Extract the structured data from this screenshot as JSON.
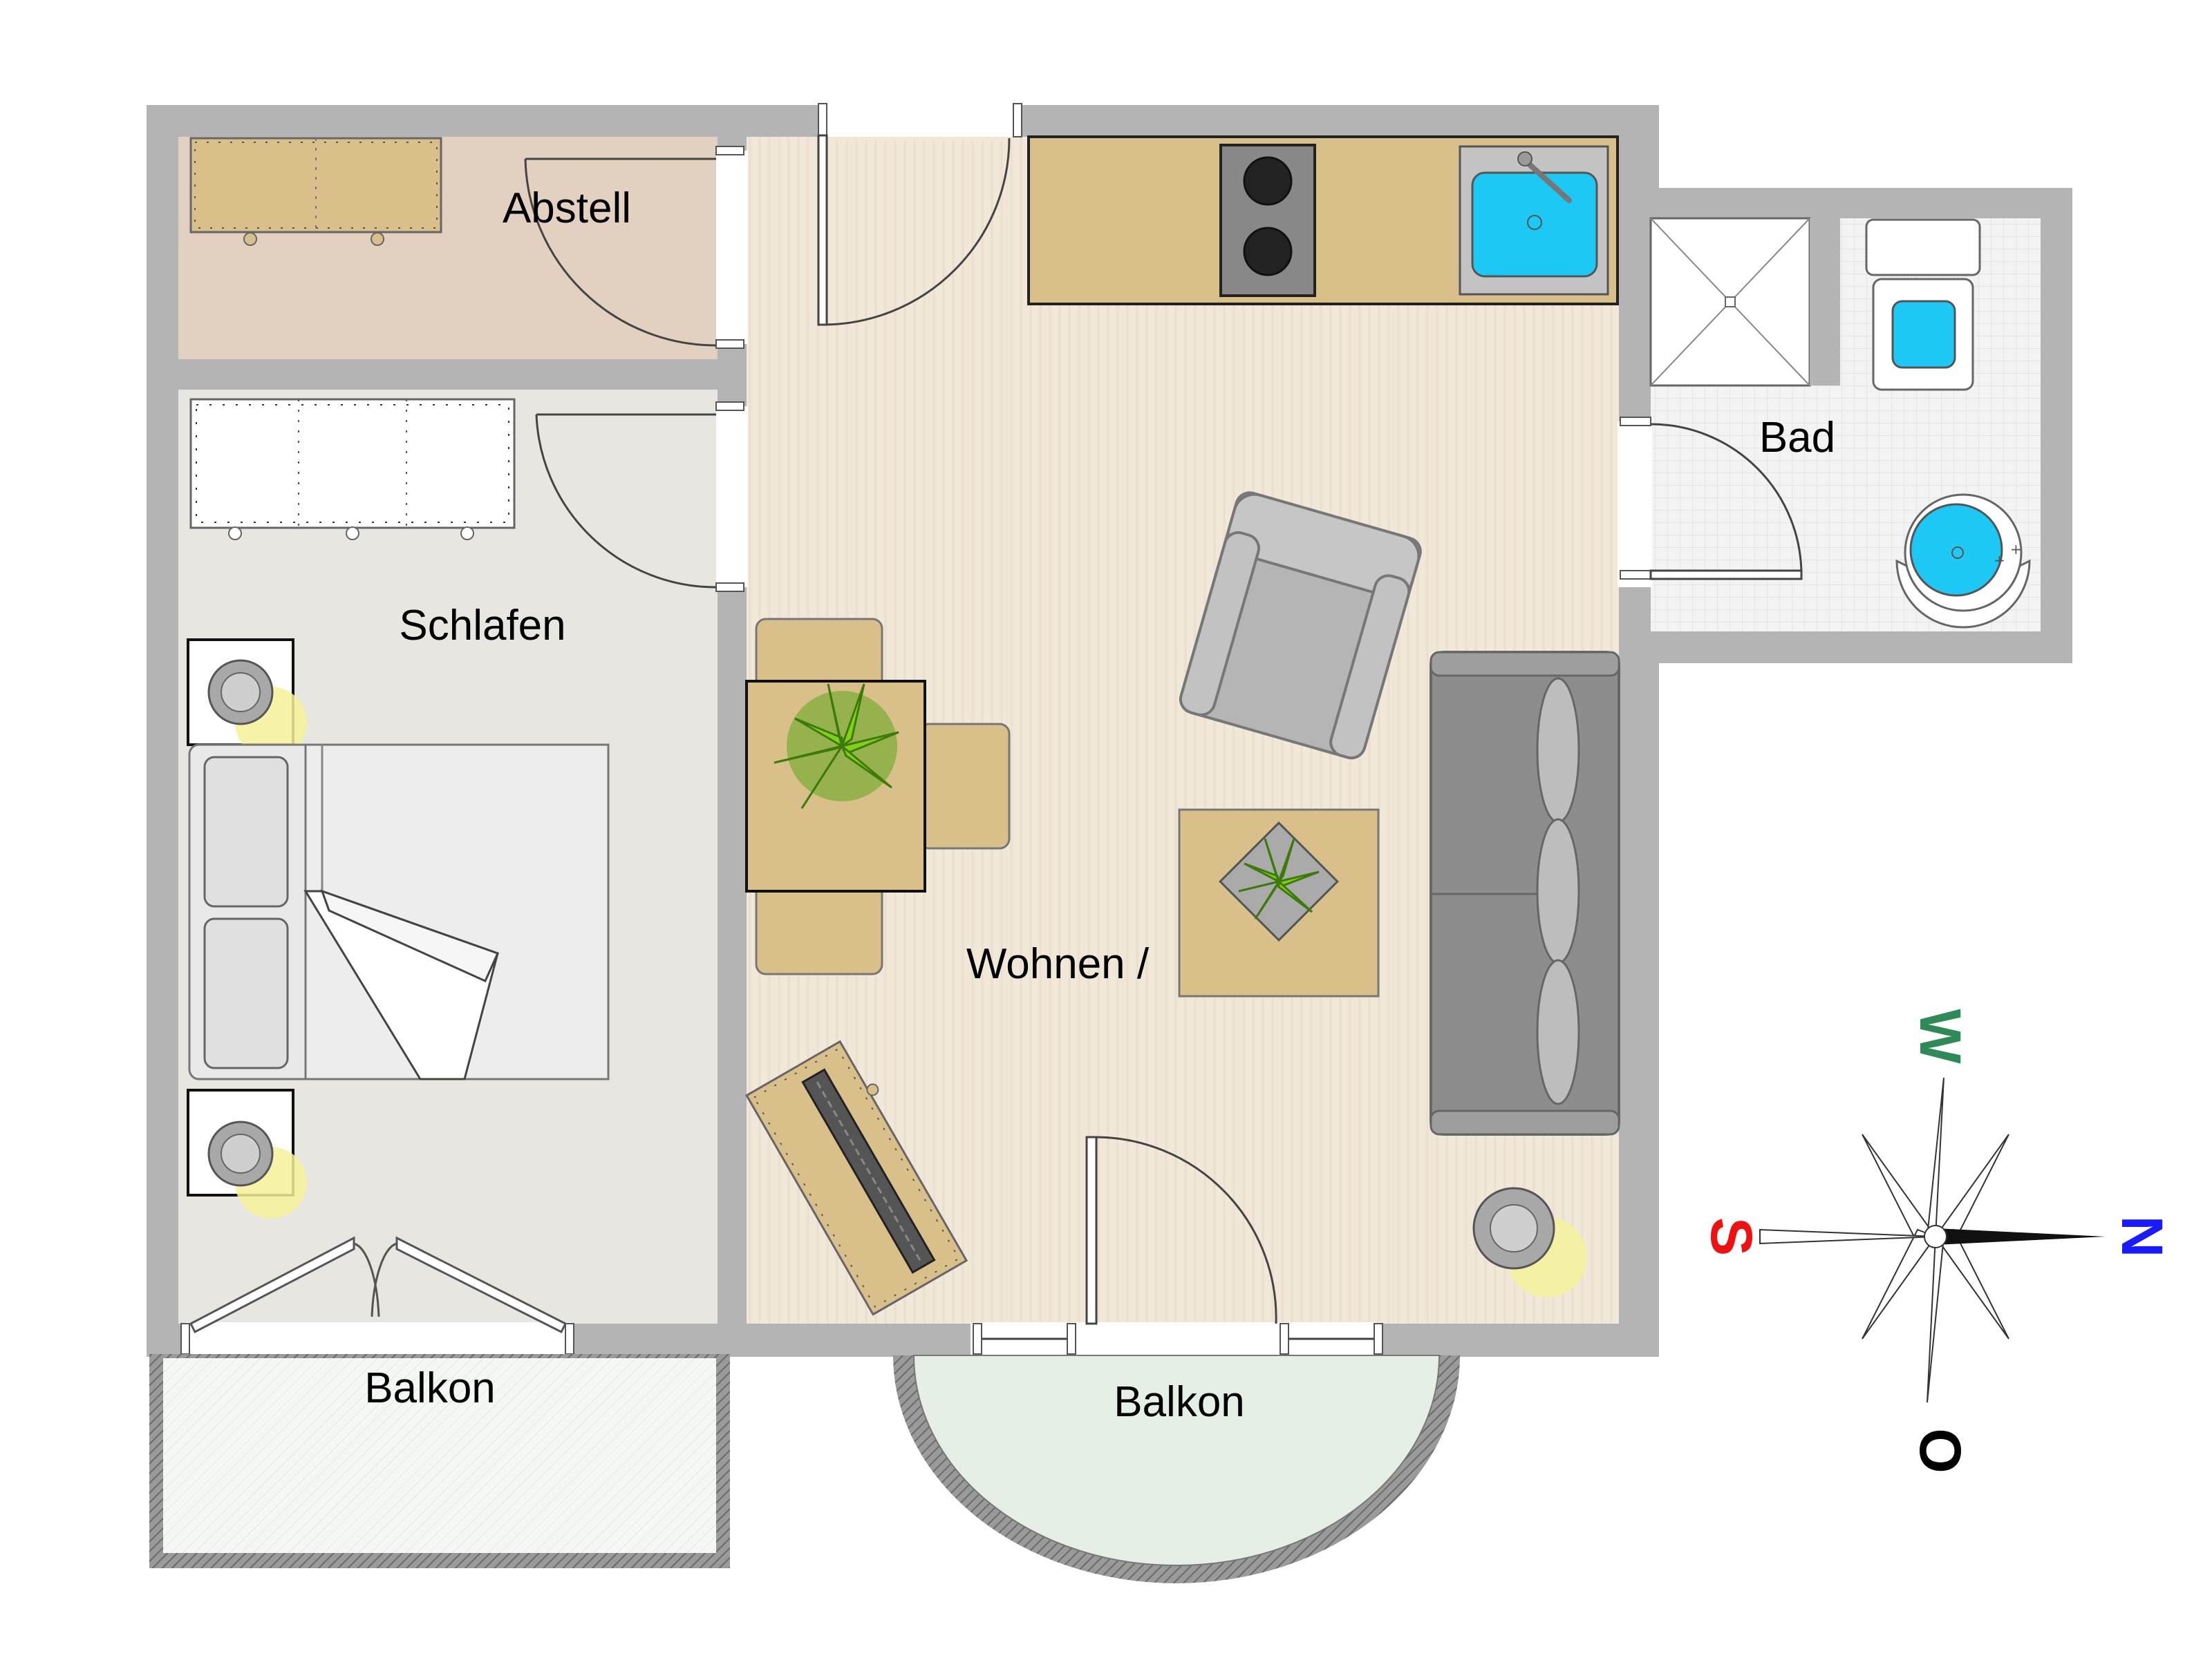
{
  "rooms": {
    "abstell": "Abstell",
    "schlafen": "Schlafen",
    "wohnen": "Wohnen /",
    "bad": "Bad",
    "balkon_left": "Balkon",
    "balkon_right": "Balkon"
  },
  "compass": {
    "north": "N",
    "south": "S",
    "west": "W",
    "east": "O",
    "north_color": "#1a1aff",
    "south_color": "#ee1111",
    "west_color": "#2e8b57",
    "east_color": "#000000"
  },
  "colors": {
    "wall": "#b4b4b4",
    "abstell_floor": "#e2d0c1",
    "schlafen_floor": "#e7e6e1",
    "wohnen_floor": "#f1e8da",
    "bad_floor": "#f2f2f2",
    "balkon_floor": "#eef3ee",
    "wood": "#d9bf89",
    "sink_water": "#1ec8f4",
    "plant": "#7fd316",
    "sofa": "#8d8d8d",
    "armchair": "#b5b5b5",
    "lamp_glow": "#f6f29a"
  }
}
